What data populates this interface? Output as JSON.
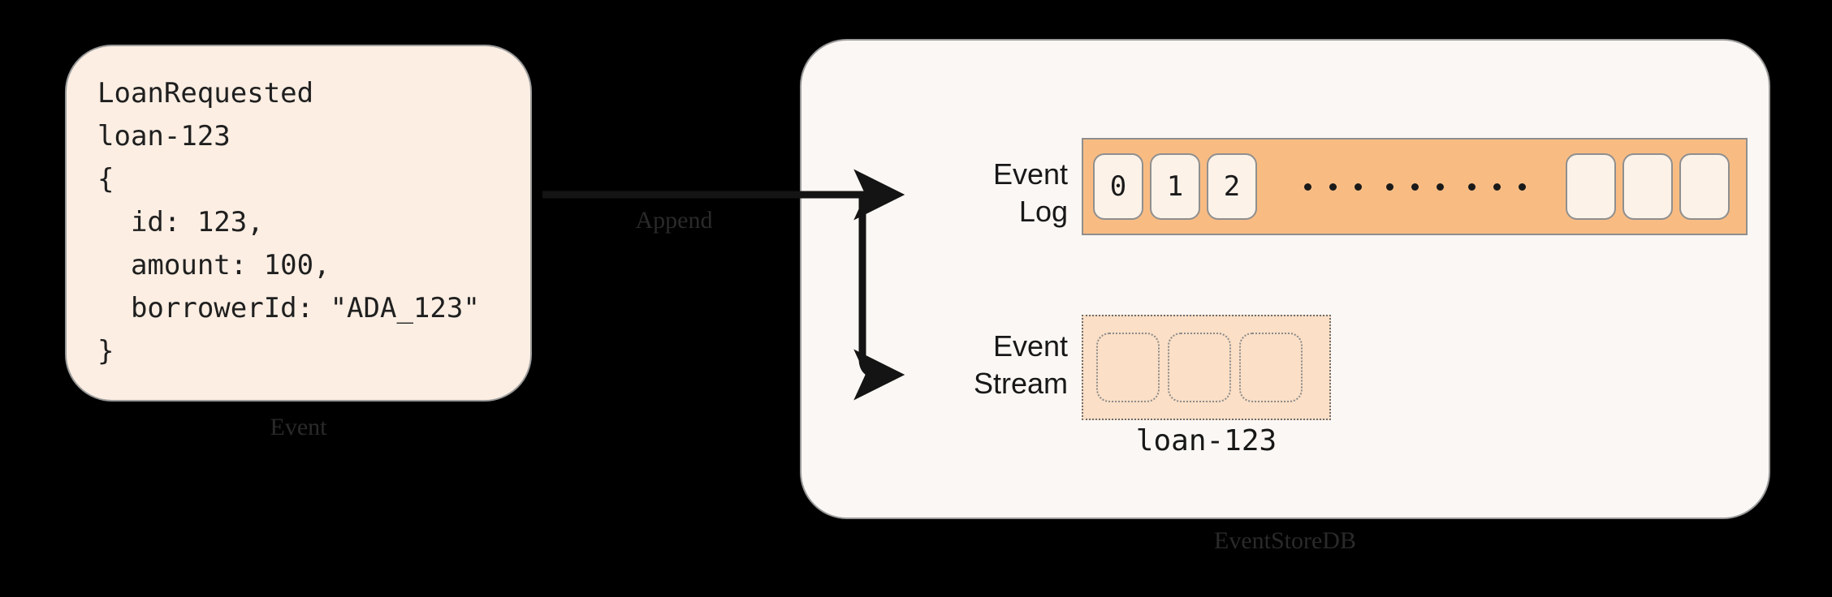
{
  "diagram": {
    "title": "Event append to EventStoreDB",
    "colors": {
      "page_background": "#000000",
      "event_card_fill": "#FCEEE3",
      "store_card_fill": "#FBF7F4",
      "card_border": "#9A9A9A",
      "event_log_fill": "#F8BC83",
      "log_cell_fill": "#FDF2E8",
      "stream_group_fill": "#FBDFC6",
      "stream_cell_border": "#8A8A8A",
      "arrow_stroke": "#141414",
      "text_primary": "#1F1F1F"
    }
  },
  "event_card": {
    "caption": "Event",
    "code": "LoanRequested\nloan-123\n{\n  id: 123,\n  amount: 100,\n  borrowerId: \"ADA_123\"\n}",
    "lines": [
      "LoanRequested",
      "loan-123",
      "{",
      "  id: 123,",
      "  amount: 100,",
      "  borrowerId: \"ADA_123\"",
      "}"
    ],
    "event_type": "LoanRequested",
    "stream_id": "loan-123",
    "payload": {
      "id": "123",
      "amount": "100",
      "borrowerId": "\"ADA_123\""
    }
  },
  "arrow": {
    "label": "Append",
    "targets": [
      "Event Log",
      "Event Stream"
    ]
  },
  "store_card": {
    "caption": "EventStoreDB",
    "event_log": {
      "label": "Event\nLog",
      "cells": [
        "0",
        "1",
        "2"
      ],
      "ellipsis_groups": 3,
      "ellipsis_dots_per_group": 3,
      "empty_cells": 3
    },
    "event_stream": {
      "label": "Event\nStream",
      "cells": [
        "",
        "",
        ""
      ],
      "stream_name": "loan-123"
    }
  }
}
